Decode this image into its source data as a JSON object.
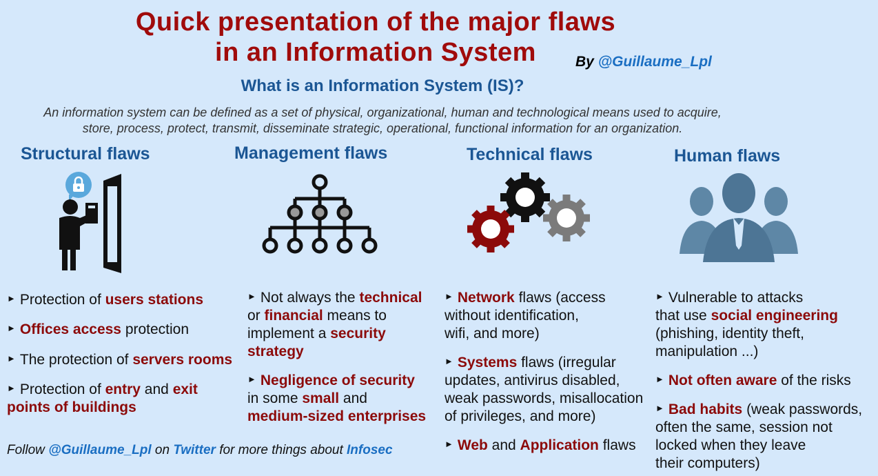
{
  "title_line1": "Quick presentation of the major flaws",
  "title_line2": "in an Information System",
  "by_prefix": "By ",
  "author_handle": "@Guillaume_Lpl",
  "question": "What is an Information System (IS)?",
  "definition_line1": "An information system can be defined as a set of physical, organizational, human and technological means used to acquire,",
  "definition_line2": "store, process, protect, transmit, disseminate strategic, operational, functional information for an organization.",
  "columns": {
    "structural": {
      "heading": "Structural flaws",
      "icon": "person-badge-door-icon",
      "items": [
        [
          "Protection of ",
          "users stations"
        ],
        [
          "",
          "Offices access",
          " protection"
        ],
        [
          "The protection of ",
          "servers rooms"
        ],
        [
          "Protection of ",
          "entry",
          " and ",
          "exit",
          "points of buildings"
        ]
      ]
    },
    "management": {
      "heading": "Management flaws",
      "icon": "org-chart-icon",
      "item1": [
        "Not always the ",
        "technical",
        "or ",
        "financial",
        " means to",
        "implement a ",
        "security",
        "strategy"
      ],
      "item2": [
        "Negligence of security",
        "in some ",
        "small",
        " and",
        "medium-sized enterprises"
      ]
    },
    "technical": {
      "heading": "Technical flaws",
      "icon": "gears-icon",
      "item1": [
        "Network",
        " flaws (access",
        "without identification,",
        "wifi, and more)"
      ],
      "item2": [
        "Systems",
        " flaws (irregular",
        "updates, antivirus disabled,",
        "weak passwords, misallocation",
        "of privileges, and more)"
      ],
      "item3": [
        "Web",
        " and ",
        "Application",
        " flaws"
      ]
    },
    "human": {
      "heading": "Human flaws",
      "icon": "people-group-icon",
      "item1": [
        "Vulnerable to attacks",
        "that use ",
        "social engineering",
        "(phishing, identity theft,",
        "manipulation ...)"
      ],
      "item2": [
        "Not often aware",
        " of the risks"
      ],
      "item3": [
        "Bad habits",
        " (weak passwords,",
        "often the same, session not",
        "locked when they leave",
        "their computers)"
      ]
    }
  },
  "footer": {
    "follow": "Follow ",
    "handle": "@Guillaume_Lpl",
    "on": " on ",
    "twitter": "Twitter",
    "rest": " for more things about ",
    "topic": "Infosec"
  },
  "colors": {
    "accent_red": "#8c0a0a",
    "heading_blue": "#1b5694",
    "link_blue": "#1a6ec2",
    "background": "#d5e8fb"
  }
}
